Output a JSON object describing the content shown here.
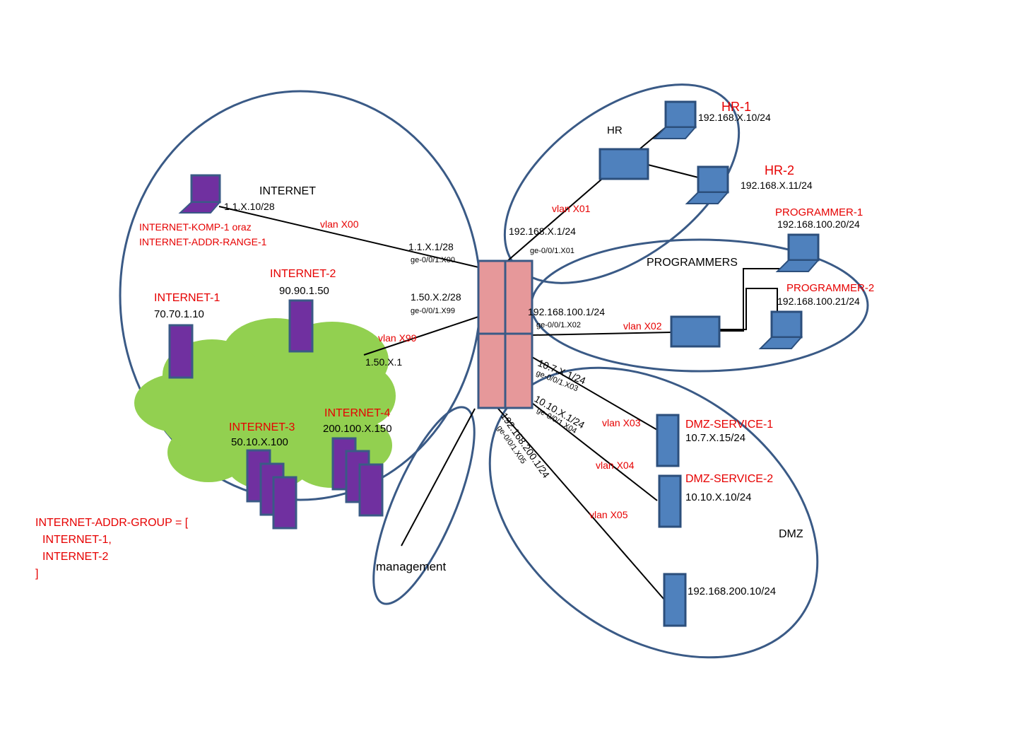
{
  "colors": {
    "zone_outline": "#3a5a86",
    "device_fill": "#4f81bd",
    "device_stroke": "#2c4f7c",
    "internet_host_fill": "#7030a0",
    "cloud_fill": "#92d050",
    "firewall_fill": "#e6989a",
    "label_red": "#e60000",
    "label_black": "#000000"
  },
  "zones": {
    "internet": "INTERNET",
    "hr": "HR",
    "programmers": "PROGRAMMERS",
    "dmz": "DMZ",
    "management": "management"
  },
  "hosts": {
    "internet_komp_ip": "1.1.X.10/28",
    "internet_komp_name_line1": "INTERNET-KOMP-1   oraz",
    "internet_komp_name_line2": "INTERNET-ADDR-RANGE-1",
    "internet1_name": "INTERNET-1",
    "internet1_ip": "70.70.1.10",
    "internet2_name": "INTERNET-2",
    "internet2_ip": "90.90.1.50",
    "internet3_name": "INTERNET-3",
    "internet3_ip": "50.10.X.100",
    "internet4_name": "INTERNET-4",
    "internet4_ip": "200.100.X.150",
    "hr1_name": "HR-1",
    "hr1_ip": "192.168.X.10/24",
    "hr2_name": "HR-2",
    "hr2_ip": "192.168.X.11/24",
    "prog1_name": "PROGRAMMER-1",
    "prog1_ip": "192.168.100.20/24",
    "prog2_name": "PROGRAMMER-2",
    "prog2_ip": "192.168.100.21/24",
    "dmz1_name": "DMZ-SERVICE-1",
    "dmz1_ip": "10.7.X.15/24",
    "dmz2_name": "DMZ-SERVICE-2",
    "dmz2_ip": "10.10.X.10/24",
    "dmz3_ip": "192.168.200.10/24"
  },
  "links": {
    "vlan_x00": "vlan X00",
    "x00_ip": "1.1.X.1/28",
    "x00_iface": "ge-0/0/1.X00",
    "vlan_x99": "vlan X99",
    "x99_ip": "1.50.X.2/28",
    "x99_iface": "ge-0/0/1.X99",
    "x99_gw": "1.50.X.1",
    "vlan_x01": "vlan X01",
    "x01_ip": "192.168.X.1/24",
    "x01_iface": "ge-0/0/1.X01",
    "vlan_x02": "vlan X02",
    "x02_ip": "192.168.100.1/24",
    "x02_iface": "ge-0/0/1.X02",
    "vlan_x03": "vlan X03",
    "x03_ip": "10.7.X.1/24",
    "x03_iface": "ge-0/0/1.X03",
    "vlan_x04": "vlan X04",
    "x04_ip": "10.10.X.1/24",
    "x04_iface": "ge-0/0/1.X04",
    "vlan_x05": "vlan X05",
    "x05_ip": "192.168.200.1/24",
    "x05_iface": "ge-0/0/1.X05"
  },
  "addr_group": {
    "line1": "INTERNET-ADDR-GROUP = [",
    "line2": "INTERNET-1,",
    "line3": "INTERNET-2",
    "line4": "]"
  }
}
